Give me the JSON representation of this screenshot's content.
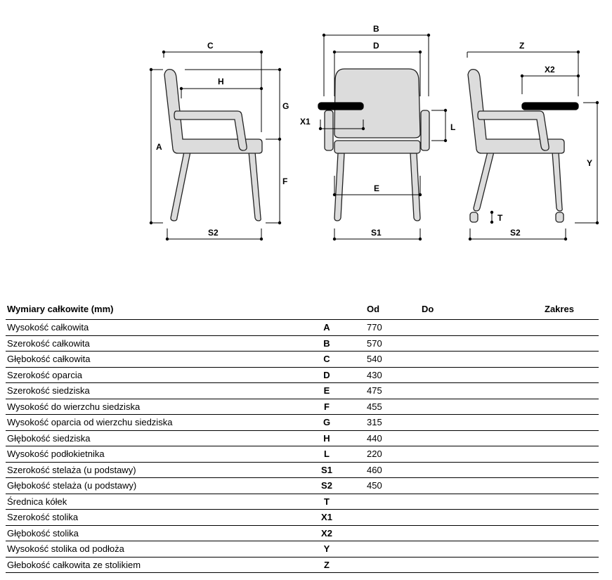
{
  "diagram": {
    "labels": {
      "A": "A",
      "B": "B",
      "C": "C",
      "D": "D",
      "E": "E",
      "F": "F",
      "G": "G",
      "H": "H",
      "L": "L",
      "S1": "S1",
      "S2": "S2",
      "T": "T",
      "X1": "X1",
      "X2": "X2",
      "Y": "Y",
      "Z": "Z"
    },
    "colors": {
      "fill": "#dcdcdc",
      "stroke": "#222222",
      "tray": "#000000"
    }
  },
  "table": {
    "title": "Wymiary całkowite (mm)",
    "col_od": "Od",
    "col_do": "Do",
    "col_zakres": "Zakres",
    "rows": [
      {
        "label": "Wysokość całkowita",
        "code": "A",
        "od": "770",
        "do": "",
        "zakres": ""
      },
      {
        "label": "Szerokość całkowita",
        "code": "B",
        "od": "570",
        "do": "",
        "zakres": ""
      },
      {
        "label": "Głębokość całkowita",
        "code": "C",
        "od": "540",
        "do": "",
        "zakres": ""
      },
      {
        "label": "Szerokość oparcia",
        "code": "D",
        "od": "430",
        "do": "",
        "zakres": ""
      },
      {
        "label": "Szerokość siedziska",
        "code": "E",
        "od": "475",
        "do": "",
        "zakres": ""
      },
      {
        "label": "Wysokość do wierzchu siedziska",
        "code": "F",
        "od": "455",
        "do": "",
        "zakres": ""
      },
      {
        "label": "Wysokość oparcia od wierzchu siedziska",
        "code": "G",
        "od": "315",
        "do": "",
        "zakres": ""
      },
      {
        "label": "Głębokość siedziska",
        "code": "H",
        "od": "440",
        "do": "",
        "zakres": ""
      },
      {
        "label": "Wysokość podłokietnika",
        "code": "L",
        "od": "220",
        "do": "",
        "zakres": ""
      },
      {
        "label": "Szerokość stelaża (u podstawy)",
        "code": "S1",
        "od": "460",
        "do": "",
        "zakres": ""
      },
      {
        "label": "Głębokość stelaża (u podstawy)",
        "code": "S2",
        "od": "450",
        "do": "",
        "zakres": ""
      },
      {
        "label": "Średnica kółek",
        "code": "T",
        "od": "",
        "do": "",
        "zakres": ""
      },
      {
        "label": "Szerokość stolika",
        "code": "X1",
        "od": "",
        "do": "",
        "zakres": ""
      },
      {
        "label": "Głębokość stolika",
        "code": "X2",
        "od": "",
        "do": "",
        "zakres": ""
      },
      {
        "label": "Wysokość stolika od podłoża",
        "code": "Y",
        "od": "",
        "do": "",
        "zakres": ""
      },
      {
        "label": "Głebokość całkowita ze stolikiem",
        "code": "Z",
        "od": "",
        "do": "",
        "zakres": ""
      }
    ]
  }
}
